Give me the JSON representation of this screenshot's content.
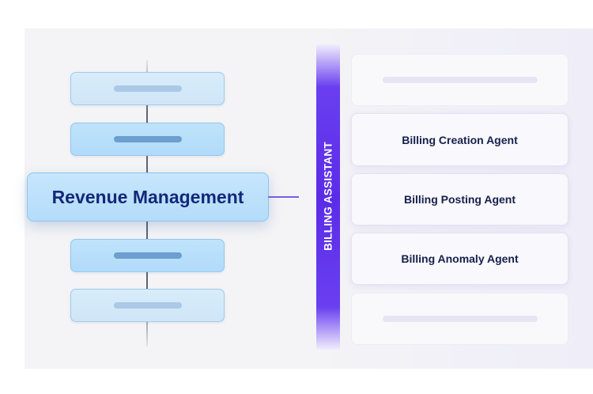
{
  "main_node": {
    "label": "Revenue Management"
  },
  "assistant": {
    "label": "BILLING ASSISTANT"
  },
  "agents": [
    {
      "label": "Billing Creation Agent"
    },
    {
      "label": "Billing Posting Agent"
    },
    {
      "label": "Billing Anomaly Agent"
    }
  ],
  "colors": {
    "accent": "#5a2ce8",
    "main_text": "#13287a",
    "node_blue": "#b4dcf9",
    "agent_text": "#17204a"
  }
}
